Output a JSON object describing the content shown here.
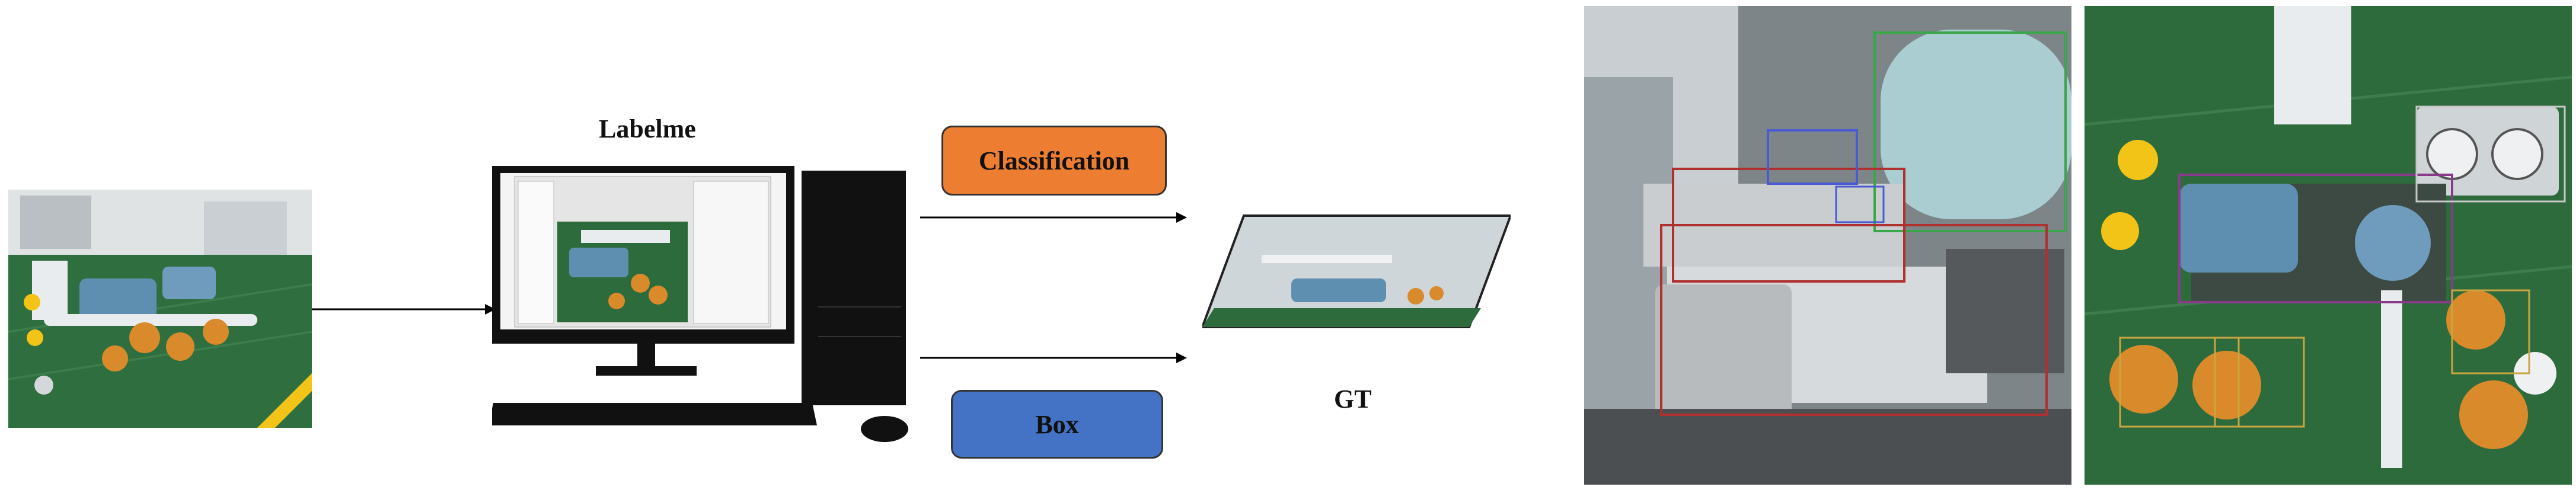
{
  "diagram": {
    "tool_label": "Labelme",
    "classification_label": "Classification",
    "box_label": "Box",
    "gt_label": "GT"
  },
  "colors": {
    "classification_fill": "#ed7d31",
    "box_fill": "#4472c4",
    "floor_green": "#2e6b3c",
    "pipe_orange": "#d98a2a",
    "motor_blue": "#5f8fb0"
  }
}
